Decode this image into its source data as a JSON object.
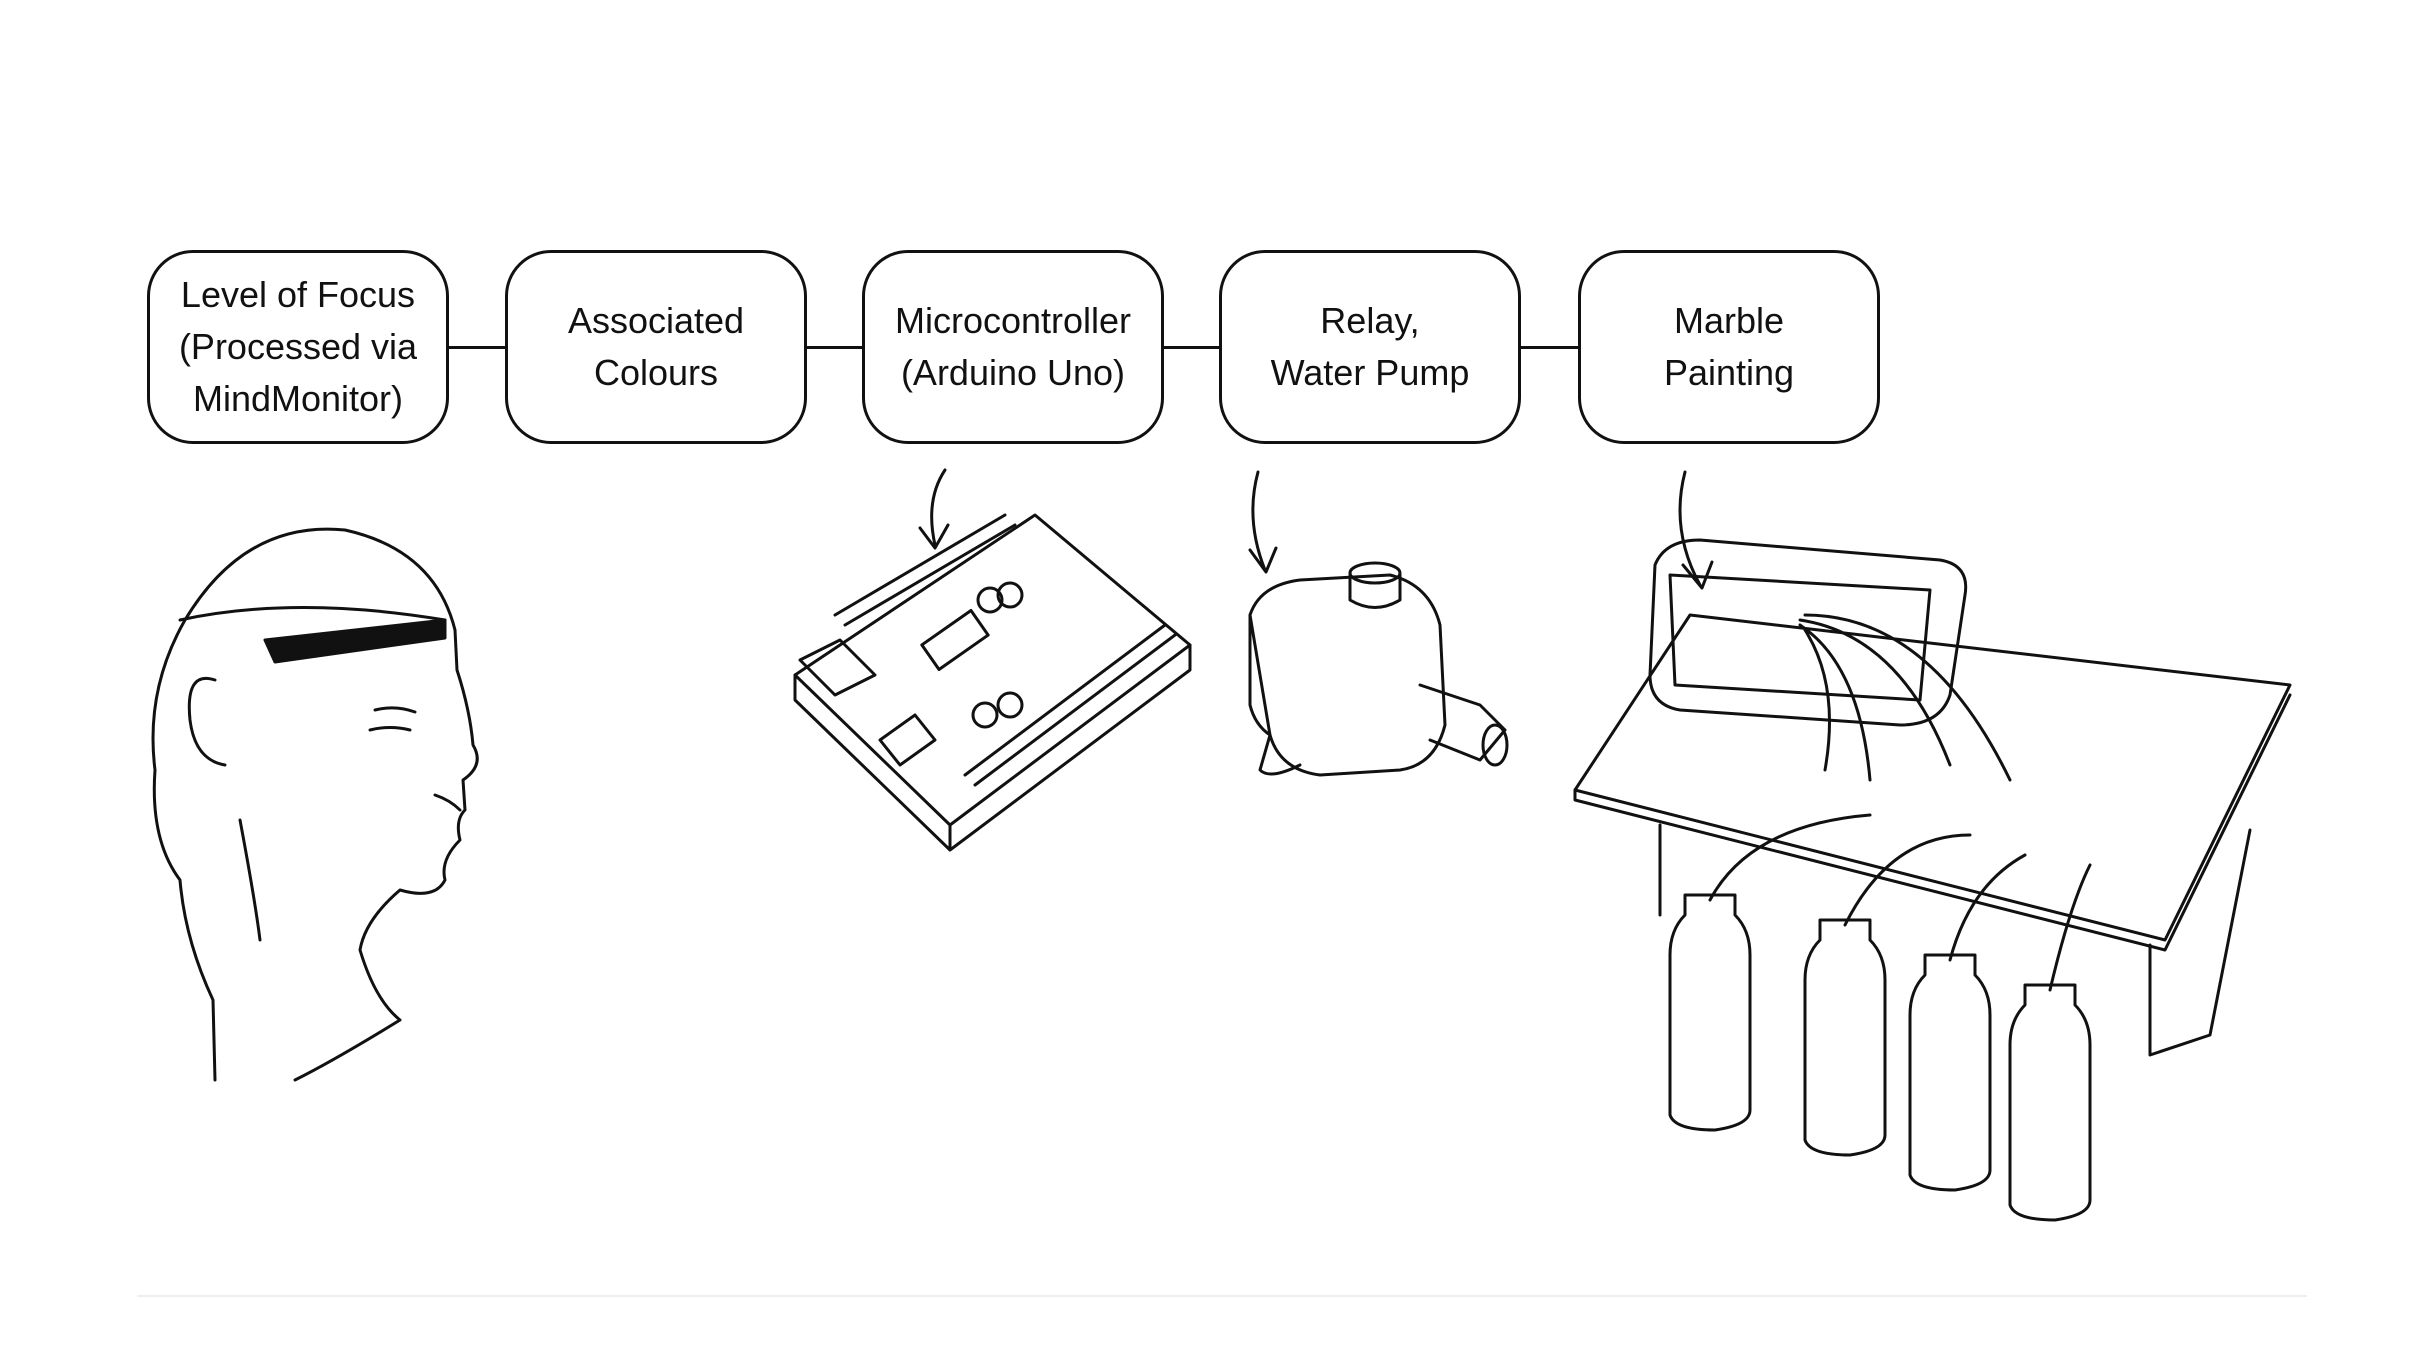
{
  "flow": {
    "steps": [
      {
        "label": "Level of Focus\n(Processed via\nMindMonitor)"
      },
      {
        "label": "Associated\nColours"
      },
      {
        "label": "Microcontroller\n(Arduino Uno)"
      },
      {
        "label": "Relay,\nWater Pump"
      },
      {
        "label": "Marble\nPainting"
      }
    ]
  },
  "illustrations": [
    "head-with-eeg-headband",
    "arduino-uno-board",
    "water-pump",
    "marble-painting-rig"
  ]
}
